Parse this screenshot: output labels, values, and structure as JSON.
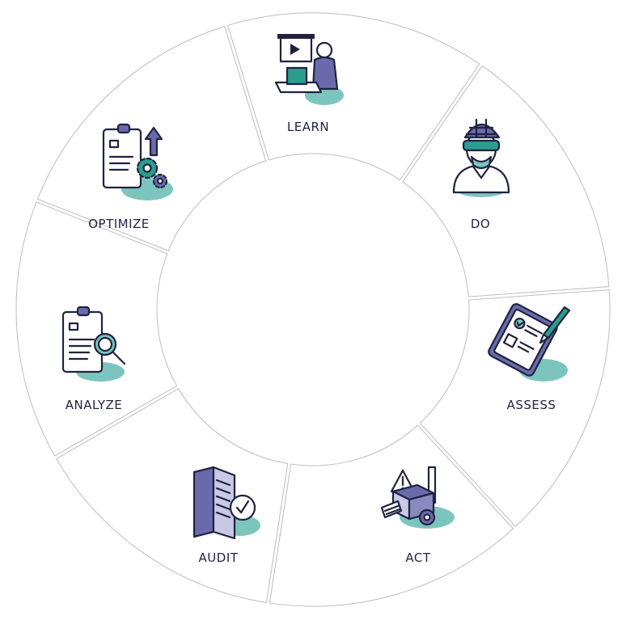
{
  "colors": {
    "ink": "#1f2340",
    "teal": "#7cc5bf",
    "purple": "#6a6aab",
    "lavender": "#c9c9e6",
    "border": "#bdbdbd"
  },
  "segments": [
    {
      "id": "learn",
      "label": "LEARN",
      "icon": "presentation-learner-icon"
    },
    {
      "id": "do",
      "label": "DO",
      "icon": "worker-goggles-icon"
    },
    {
      "id": "assess",
      "label": "ASSESS",
      "icon": "tablet-checklist-icon"
    },
    {
      "id": "act",
      "label": "ACT",
      "icon": "factory-warning-icon"
    },
    {
      "id": "audit",
      "label": "AUDIT",
      "icon": "document-check-icon"
    },
    {
      "id": "analyze",
      "label": "ANALYZE",
      "icon": "clipboard-magnifier-icon"
    },
    {
      "id": "optimize",
      "label": "OPTIMIZE",
      "icon": "clipboard-gears-icon"
    }
  ]
}
